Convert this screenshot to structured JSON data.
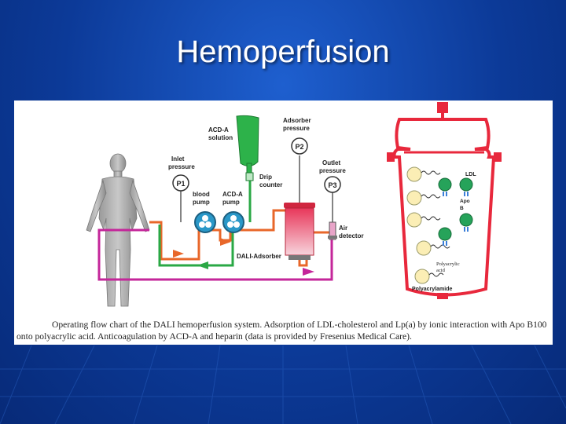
{
  "slide": {
    "title": "Hemoperfusion"
  },
  "colors": {
    "background": "#0f44b0",
    "title": "#ffffff",
    "blood_line": "#e8672a",
    "acd_line": "#2aa845",
    "return_line": "#c4269a",
    "pump": "#2a98c8",
    "adsorber": "#e8375a",
    "acd_bag": "#2db24a",
    "particle": "#fbeeb5",
    "apo_b": "#26a35a",
    "cartridge": "#e8283c"
  },
  "diagram": {
    "labels": {
      "acd_solution": [
        "ACD-A",
        "solution"
      ],
      "adsorber_pressure": [
        "Adsorber",
        "pressure"
      ],
      "inlet_pressure": [
        "Inlet",
        "pressure"
      ],
      "outlet_pressure": [
        "Outlet",
        "pressure"
      ],
      "drip_counter": [
        "Drip",
        "counter"
      ],
      "blood_pump": [
        "blood",
        "pump"
      ],
      "acd_pump": [
        "ACD-A",
        "pump"
      ],
      "air_detector": [
        "Air",
        "detector"
      ],
      "dali_adsorber": "DALI-Adsorber",
      "p1": "P1",
      "p2": "P2",
      "p3": "P3"
    },
    "cartridge": {
      "ldl": "LDL",
      "apo_b": [
        "Apo",
        "B"
      ],
      "polyacrylic_acid": [
        "Polyacrylic",
        "acid"
      ],
      "polyacrylamide": "Polyacrylamide"
    }
  },
  "caption": "Operating flow chart of the DALI hemoperfusion system. Adsorption of LDL-cholesterol and Lp(a) by ionic interaction with Apo B100 onto polyacrylic acid. Anticoagulation by ACD-A and heparin (data is provided by Fresenius Medical Care)."
}
